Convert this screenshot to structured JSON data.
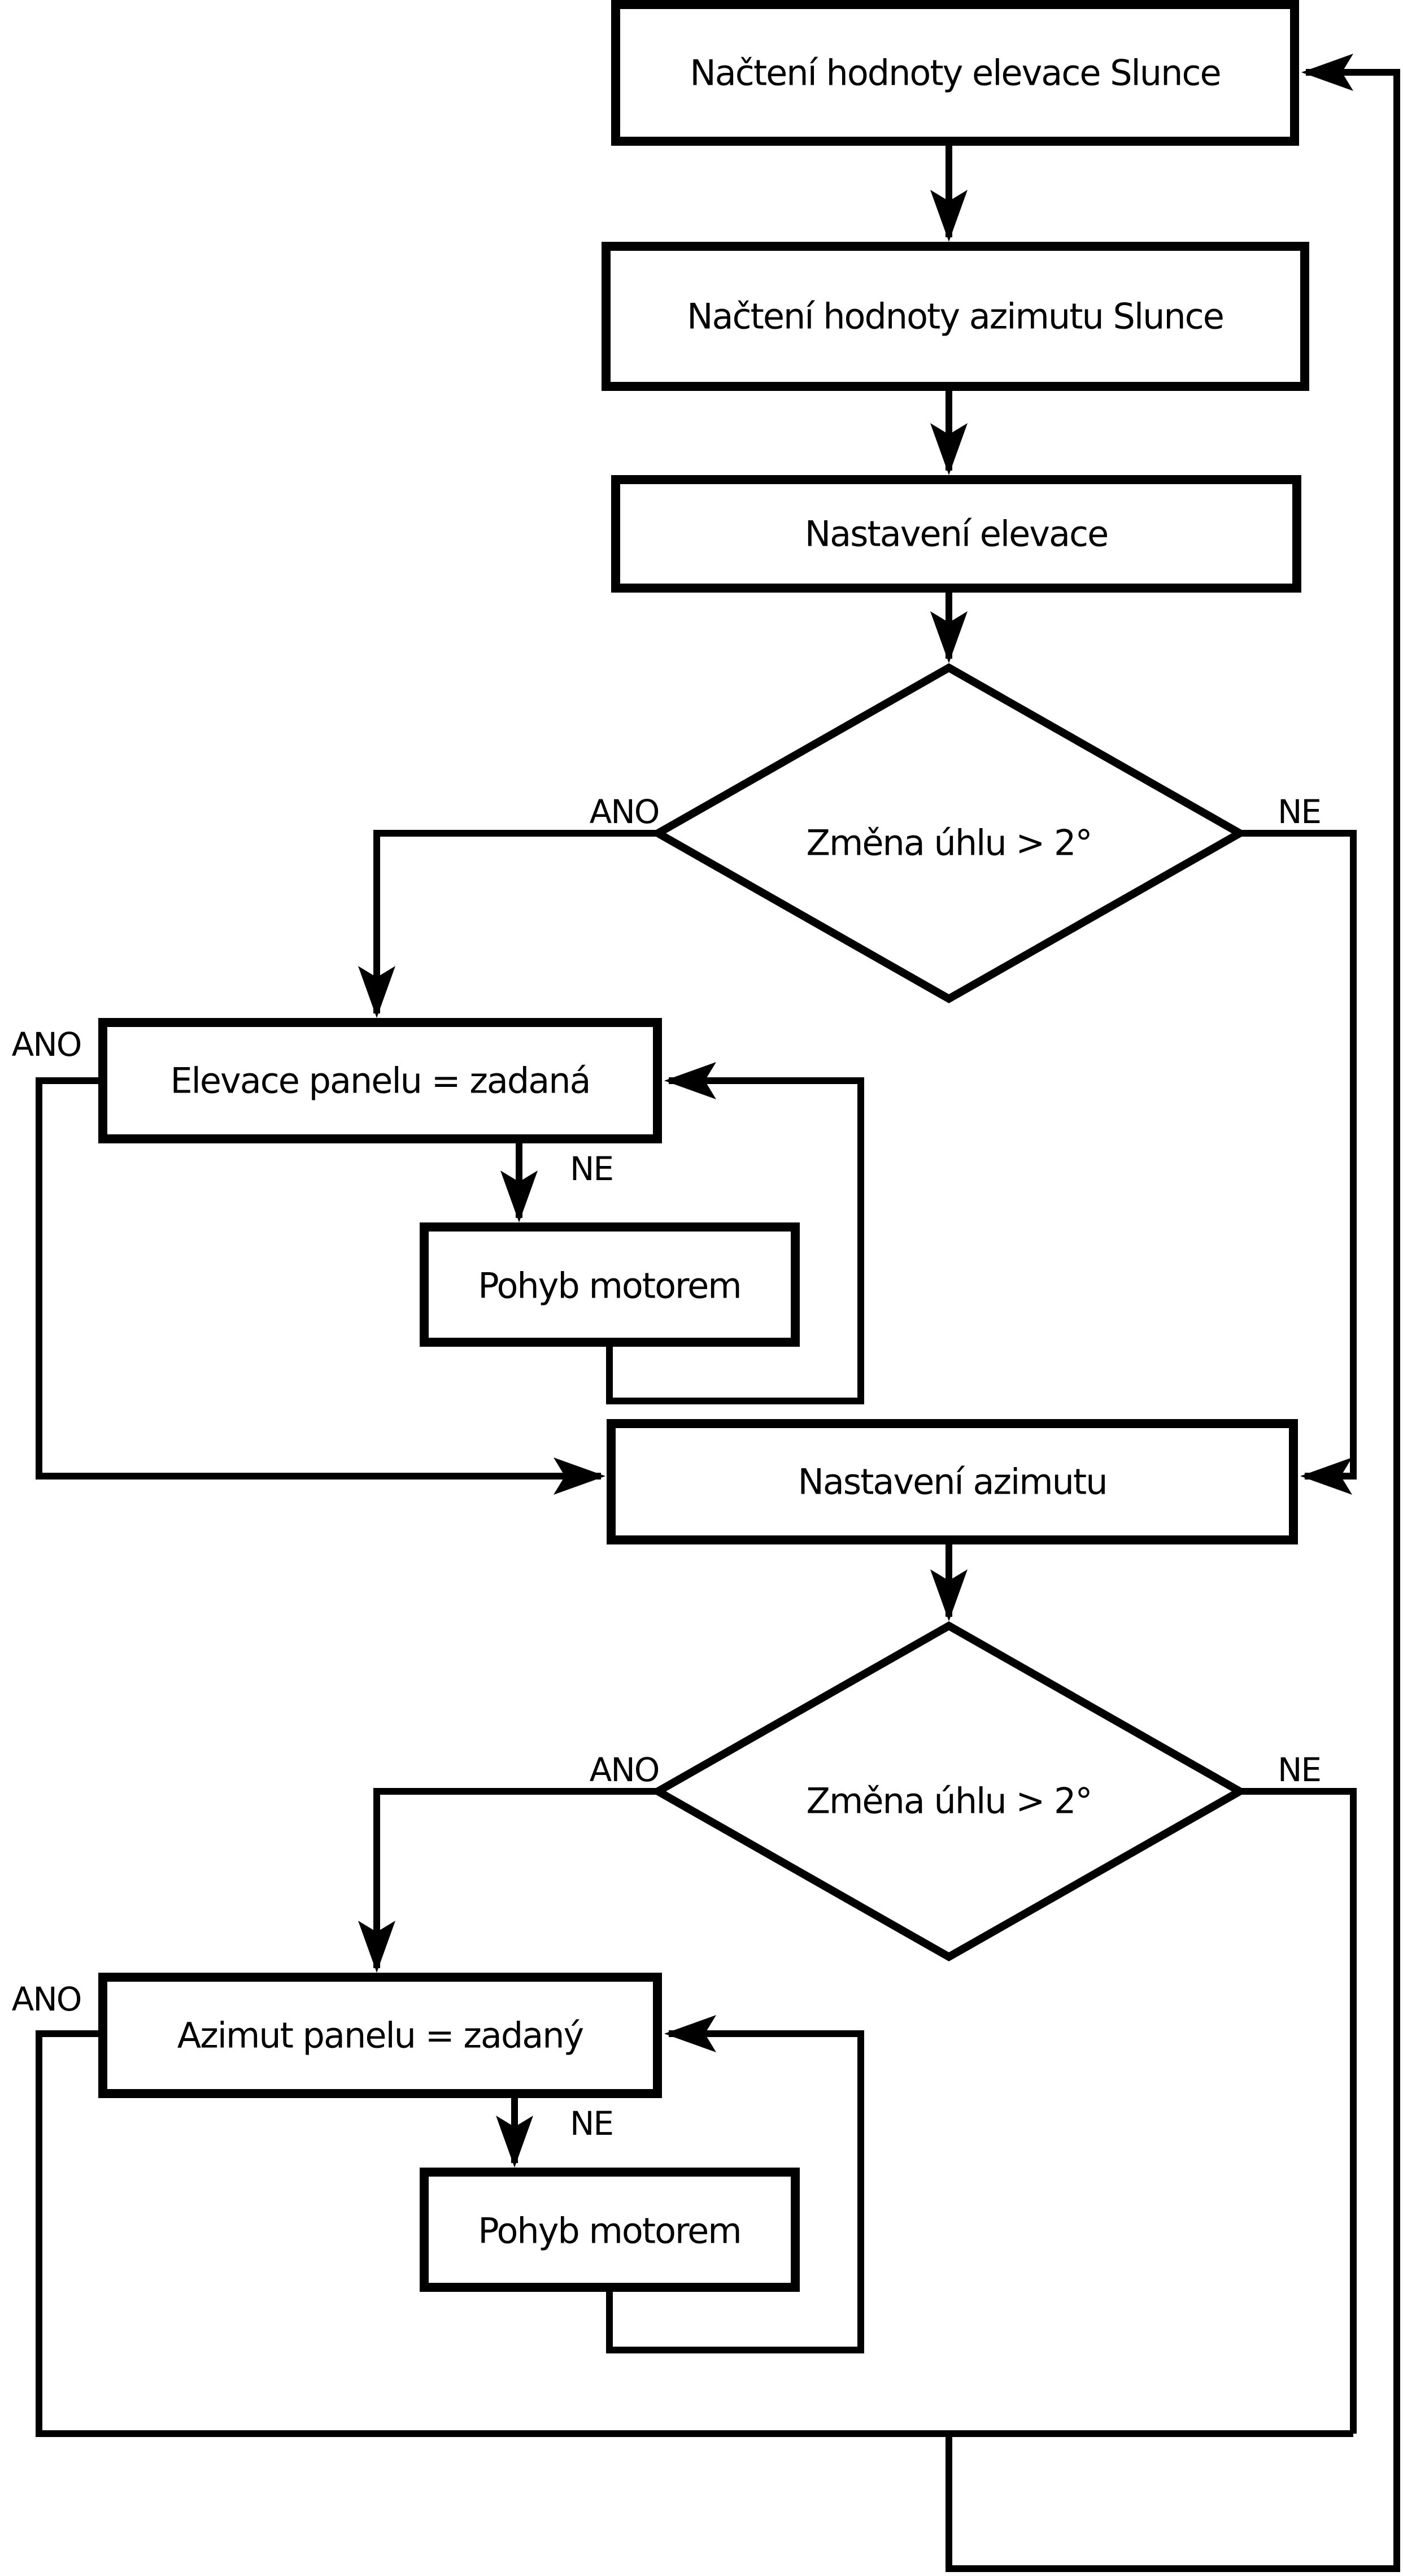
{
  "flowchart": {
    "language": "cs",
    "background_color": "#ffffff",
    "line_color": "#000000",
    "text_color": "#000000",
    "nodes": [
      {
        "id": "load-elevation",
        "type": "process",
        "label": "Načtení hodnoty elevace Slunce"
      },
      {
        "id": "load-azimuth",
        "type": "process",
        "label": "Načtení hodnoty azimutu Slunce"
      },
      {
        "id": "set-elevation",
        "type": "process",
        "label": "Nastavení elevace"
      },
      {
        "id": "elevation-angle-decision",
        "type": "decision",
        "label": "Změna úhlu > 2°",
        "branch_yes": "ANO",
        "branch_no": "NE"
      },
      {
        "id": "elevation-reached",
        "type": "process",
        "label": "Elevace panelu = zadaná",
        "branch_yes": "ANO",
        "branch_no": "NE"
      },
      {
        "id": "elevation-motor",
        "type": "process",
        "label": "Pohyb motorem"
      },
      {
        "id": "set-azimuth",
        "type": "process",
        "label": "Nastavení azimutu"
      },
      {
        "id": "azimuth-angle-decision",
        "type": "decision",
        "label": "Změna úhlu > 2°",
        "branch_yes": "ANO",
        "branch_no": "NE"
      },
      {
        "id": "azimuth-reached",
        "type": "process",
        "label": "Azimut panelu = zadaný",
        "branch_yes": "ANO",
        "branch_no": "NE"
      },
      {
        "id": "azimuth-motor",
        "type": "process",
        "label": "Pohyb motorem"
      }
    ],
    "edges": [
      {
        "from": "load-elevation",
        "to": "load-azimuth"
      },
      {
        "from": "load-azimuth",
        "to": "set-elevation"
      },
      {
        "from": "set-elevation",
        "to": "elevation-angle-decision"
      },
      {
        "from": "elevation-angle-decision",
        "to": "elevation-reached",
        "label": "ANO"
      },
      {
        "from": "elevation-angle-decision",
        "to": "set-azimuth",
        "label": "NE"
      },
      {
        "from": "elevation-reached",
        "to": "elevation-motor",
        "label": "NE"
      },
      {
        "from": "elevation-motor",
        "to": "elevation-reached"
      },
      {
        "from": "elevation-reached",
        "to": "set-azimuth",
        "label": "ANO"
      },
      {
        "from": "set-azimuth",
        "to": "azimuth-angle-decision"
      },
      {
        "from": "azimuth-angle-decision",
        "to": "azimuth-reached",
        "label": "ANO"
      },
      {
        "from": "azimuth-angle-decision",
        "to": "restart-loop",
        "label": "NE"
      },
      {
        "from": "azimuth-reached",
        "to": "azimuth-motor",
        "label": "NE"
      },
      {
        "from": "azimuth-motor",
        "to": "azimuth-reached"
      },
      {
        "from": "azimuth-reached",
        "to": "restart-loop",
        "label": "ANO"
      },
      {
        "from": "restart-loop",
        "to": "load-elevation"
      }
    ]
  }
}
